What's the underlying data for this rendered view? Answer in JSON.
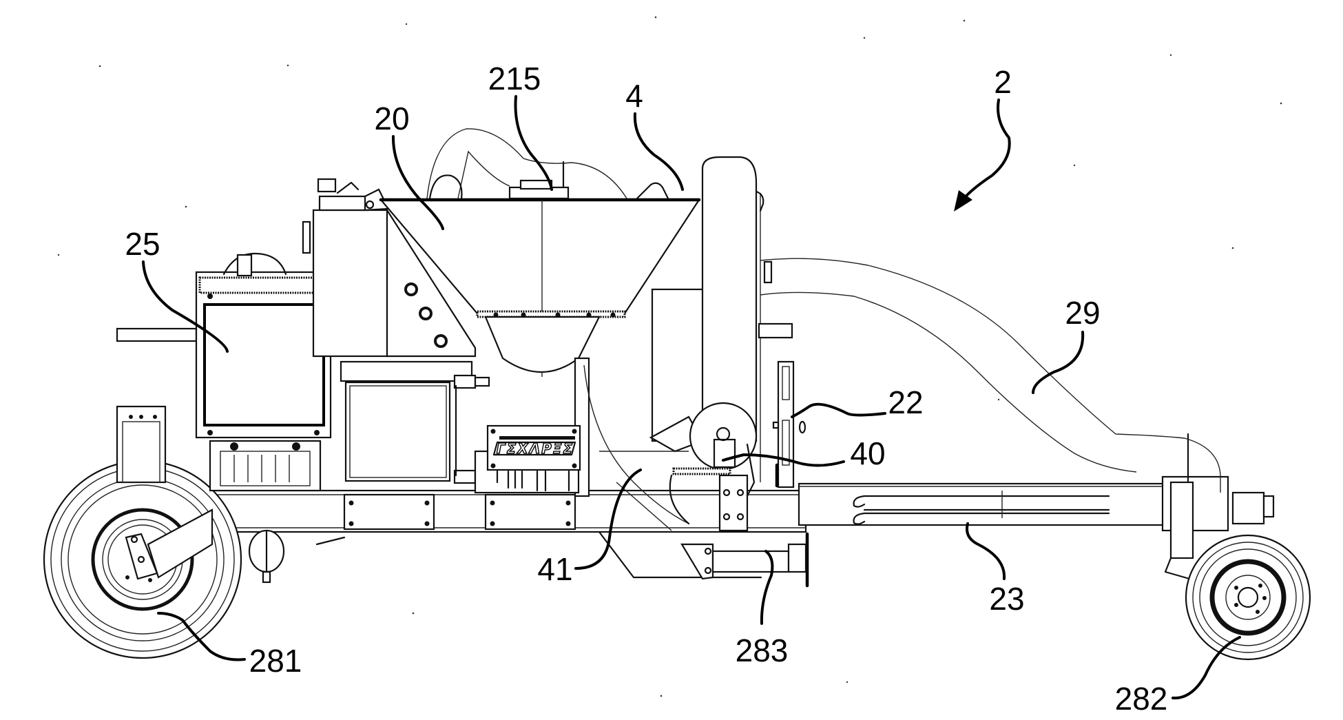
{
  "figure": {
    "type": "patent line drawing",
    "subject": "mobile machine side elevation",
    "colors": {
      "ink": "#000000",
      "background": "#ffffff"
    }
  },
  "reference_numerals": [
    {
      "id": "2",
      "label": "2",
      "target": "overall-machine",
      "leader": "arrow"
    },
    {
      "id": "4",
      "label": "4",
      "target": "vertical-tower"
    },
    {
      "id": "20",
      "label": "20",
      "target": "hopper"
    },
    {
      "id": "215",
      "label": "215",
      "target": "hopper-lid-fitting"
    },
    {
      "id": "25",
      "label": "25",
      "target": "radiator-box"
    },
    {
      "id": "29",
      "label": "29",
      "target": "discharge-hose"
    },
    {
      "id": "22",
      "label": "22",
      "target": "side-rack"
    },
    {
      "id": "40",
      "label": "40",
      "target": "pulley-motor"
    },
    {
      "id": "41",
      "label": "41",
      "target": "feed-chute"
    },
    {
      "id": "23",
      "label": "23",
      "target": "tow-arm"
    },
    {
      "id": "281",
      "label": "281",
      "target": "rear-wheel"
    },
    {
      "id": "282",
      "label": "282",
      "target": "front-wheel"
    },
    {
      "id": "283",
      "label": "283",
      "target": "under-bracket"
    }
  ],
  "control_box": {
    "logo_icon": "brand-logo-plate",
    "logo_text": "ΓΣΧΛΡΞΣ"
  }
}
